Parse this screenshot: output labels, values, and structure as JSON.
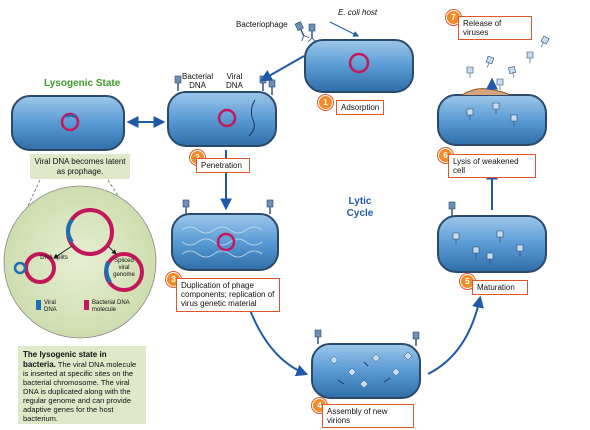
{
  "labels": {
    "bacteriophage": "Bacteriophage",
    "ecoli_host": "E. coli host",
    "bacterial_dna": "Bacterial\nDNA",
    "viral_dna": "Viral\nDNA",
    "lysogenic_state": "Lysogenic State",
    "lytic_cycle": "Lytic\nCycle",
    "viral_dna_latent": "Viral DNA becomes latent as prophage.",
    "dna_splits": "DNA splits",
    "spliced_viral_genome": "Spliced viral genome",
    "legend_viral_dna": "Viral DNA",
    "legend_bacterial_dna": "Bacterial DNA molecule"
  },
  "steps": [
    {
      "number": "1",
      "text": "Adsorption"
    },
    {
      "number": "2",
      "text": "Penetration"
    },
    {
      "number": "3",
      "text": "Duplication of phage components; replication of virus genetic material"
    },
    {
      "number": "4",
      "text": "Assembly of new virions"
    },
    {
      "number": "5",
      "text": "Maturation"
    },
    {
      "number": "6",
      "text": "Lysis of weakened cell"
    },
    {
      "number": "7",
      "text": "Release of viruses"
    }
  ],
  "lysogenic_note": {
    "title": "The lysogenic state in bacteria.",
    "body": "The viral DNA molecule is inserted at specific sites on the bacterial chromosome. The viral DNA is duplicated along with the regular genome and can provide adaptive genes for the host bacterium."
  },
  "colors": {
    "cell_blue": "#5b9bd5",
    "cell_border": "#2b4a6b",
    "dna_magenta": "#c2185b",
    "step_orange": "#f28c28",
    "arrow_blue": "#1e5aa8",
    "lysogenic_green": "#3d9a2c",
    "note_bg": "#dfe9c9"
  }
}
